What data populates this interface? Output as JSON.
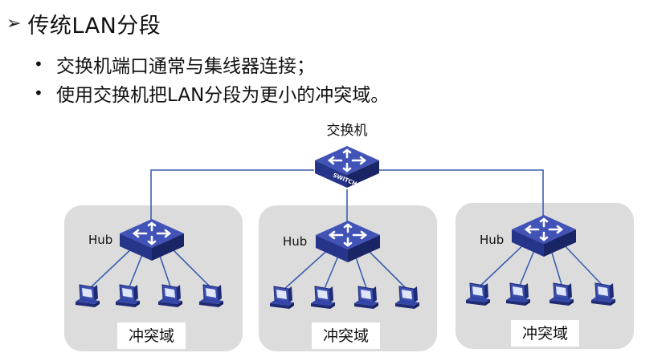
{
  "heading": {
    "marker": "➢",
    "text": "传统LAN分段"
  },
  "bullets": [
    "交换机端口通常与集线器连接；",
    "使用交换机把LAN分段为更小的冲突域。"
  ],
  "diagram": {
    "switch": {
      "label": "交换机",
      "device_text": "SWITCH"
    },
    "domains": [
      {
        "hub_label": "Hub",
        "domain_label": "冲突域",
        "pc_count": 4
      },
      {
        "hub_label": "Hub",
        "domain_label": "冲突域",
        "pc_count": 4
      },
      {
        "hub_label": "Hub",
        "domain_label": "冲突域",
        "pc_count": 4
      }
    ]
  },
  "colors": {
    "device_blue": "#2e3f9e",
    "device_top": "#3d50b6",
    "device_dark": "#1c2870",
    "link_line": "#3b5fae",
    "domain_box": "#dcdcdc",
    "label_box": "#ffffff"
  }
}
